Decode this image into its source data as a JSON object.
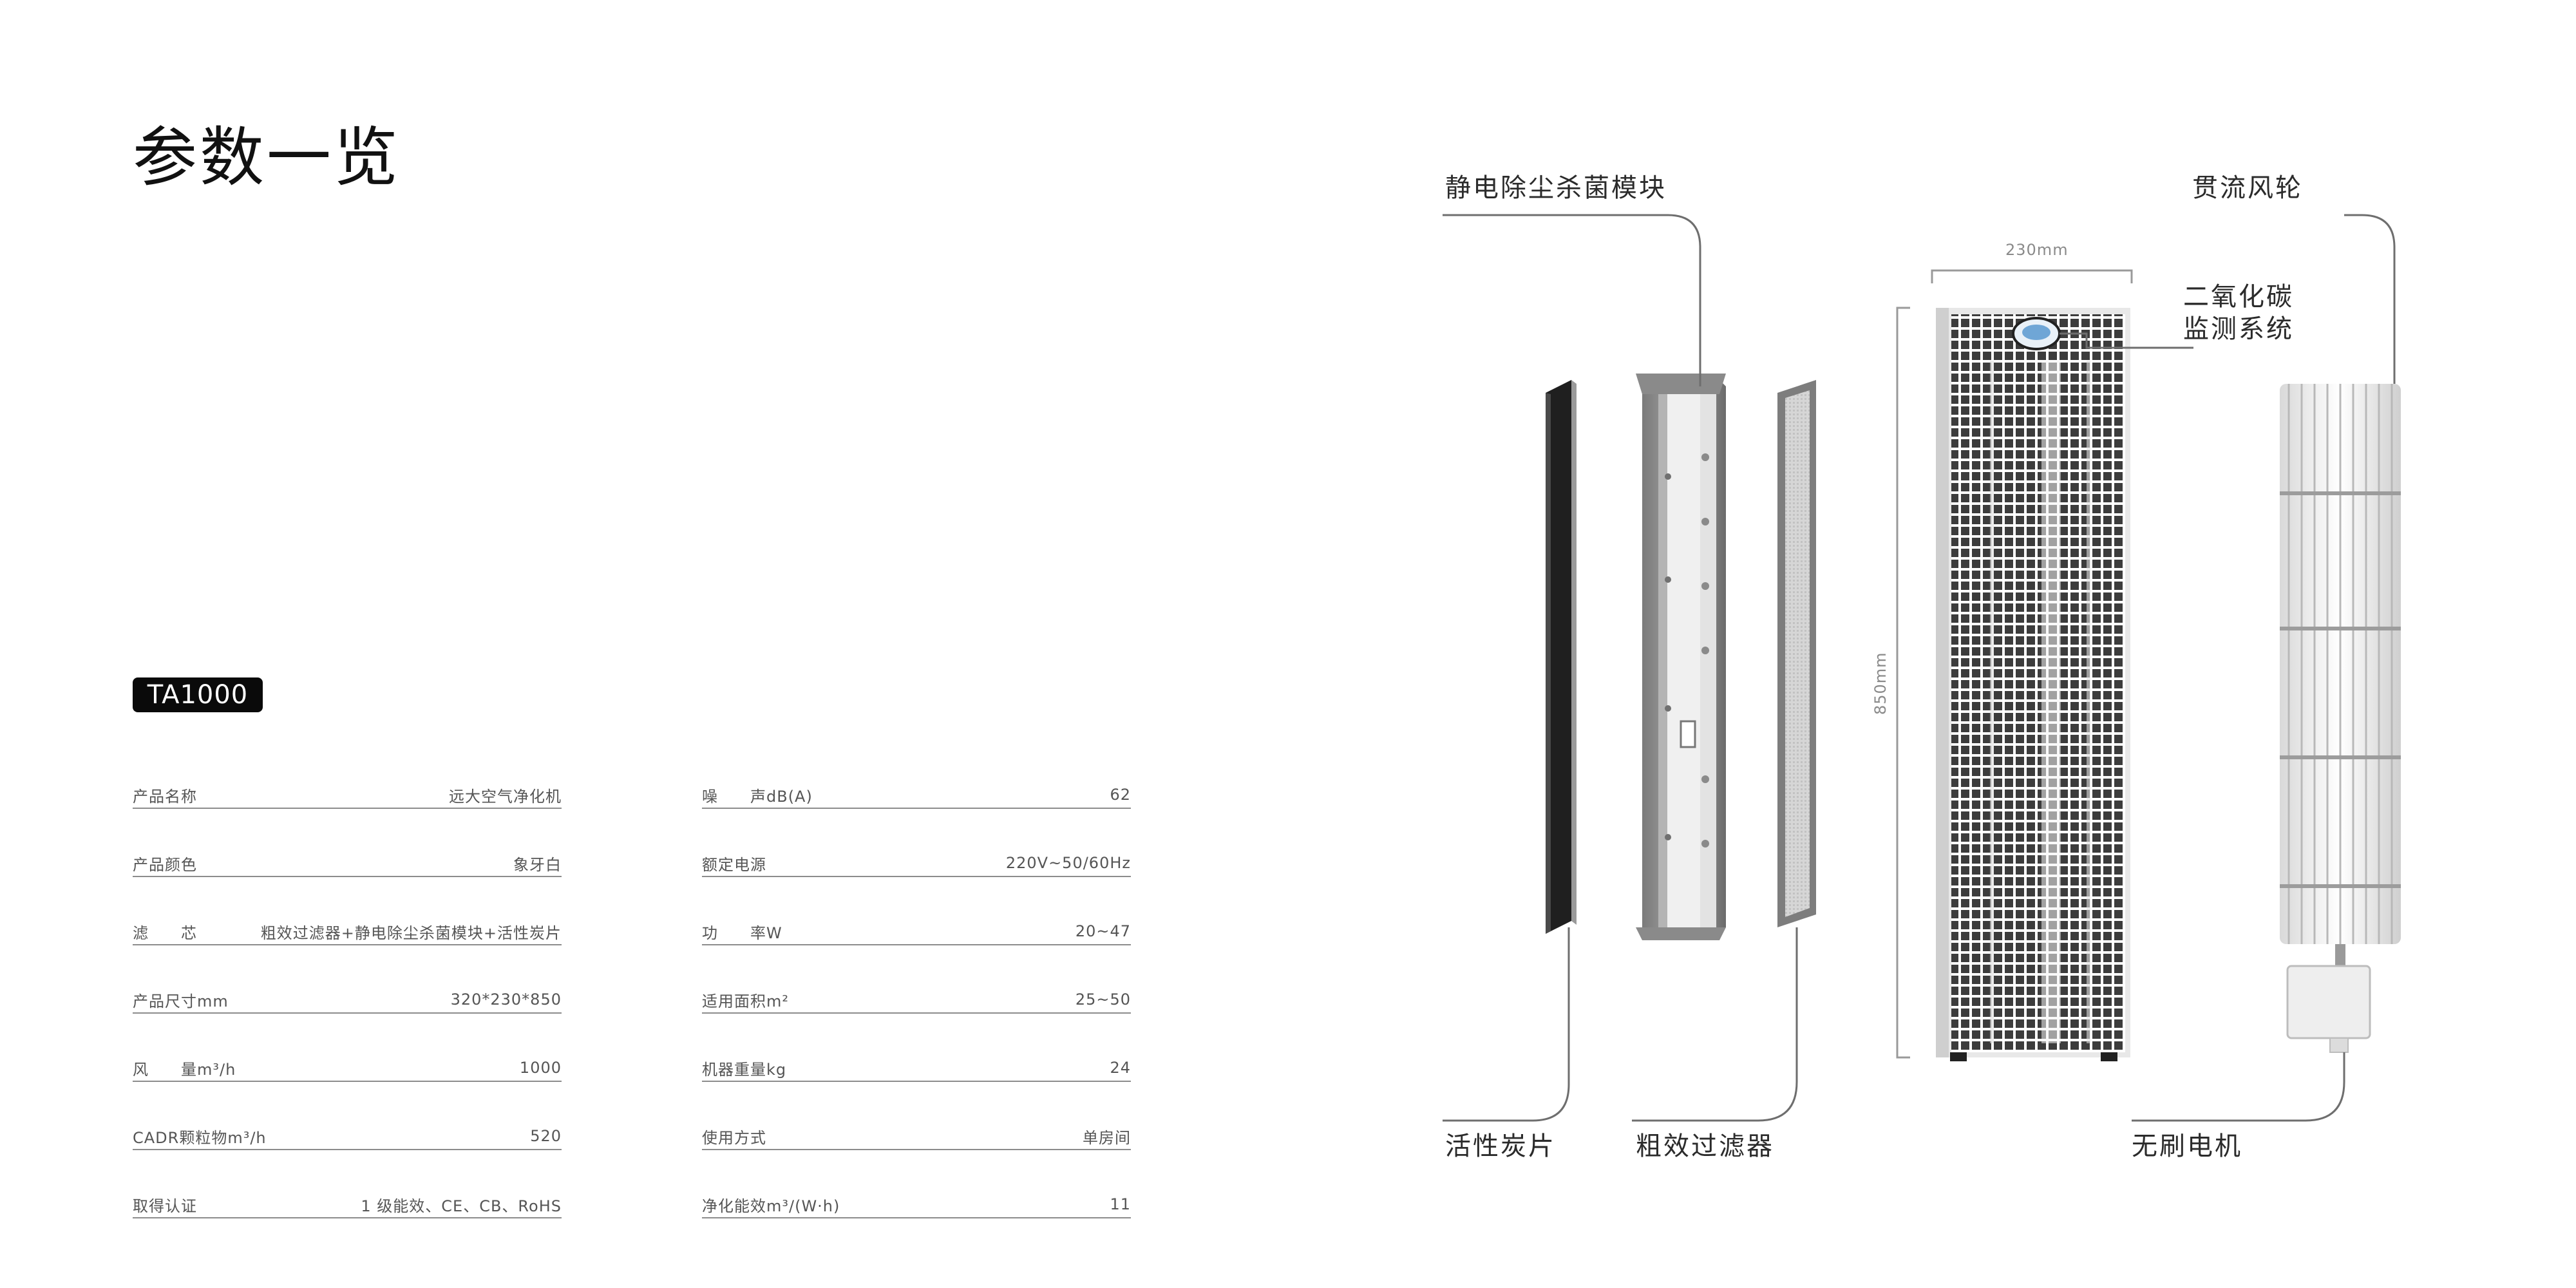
{
  "page": {
    "title": "参数一览"
  },
  "model": {
    "badge": "TA1000"
  },
  "specs": {
    "left": [
      {
        "key": "产品名称",
        "value": "远大空气净化机"
      },
      {
        "key": "产品颜色",
        "value": "象牙白"
      },
      {
        "key": "滤　　芯",
        "value": "粗效过滤器+静电除尘杀菌模块+活性炭片"
      },
      {
        "key": "产品尺寸mm",
        "value": "320*230*850"
      },
      {
        "key": "风　　量m³/h",
        "value": "1000"
      },
      {
        "key": "CADR颗粒物m³/h",
        "value": "520"
      },
      {
        "key": "取得认证",
        "value": "1 级能效、CE、CB、RoHS"
      }
    ],
    "right": [
      {
        "key": "噪　　声dB(A)",
        "value": "62"
      },
      {
        "key": "额定电源",
        "value": "220V~50/60Hz"
      },
      {
        "key": "功　　率W",
        "value": "20~47"
      },
      {
        "key": "适用面积m²",
        "value": "25~50"
      },
      {
        "key": "机器重量kg",
        "value": "24"
      },
      {
        "key": "使用方式",
        "value": "单房间"
      },
      {
        "key": "净化能效m³/(W·h)",
        "value": "11"
      }
    ]
  },
  "diagram": {
    "callouts": {
      "electrostatic_module": "静电除尘杀菌模块",
      "crossflow_fan": "贯流风轮",
      "co2_line1": "二氧化碳",
      "co2_line2": "监测系统",
      "activated_carbon": "活性炭片",
      "coarse_filter": "粗效过滤器",
      "brushless_motor": "无刷电机"
    },
    "dimensions": {
      "width": "230mm",
      "height": "850mm"
    }
  }
}
